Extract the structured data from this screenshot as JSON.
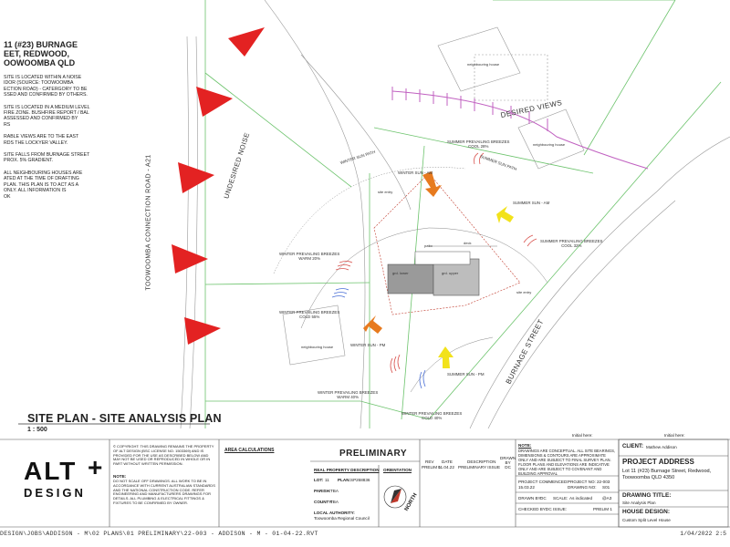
{
  "notes": {
    "address": "11 (#23) BURNAGE\nEET, REDWOOD,\nOOWOOMBA QLD",
    "paragraphs": [
      "SITE IS LOCATED WITHIN A NOISE\nIDOR (SOURCE: TOOWOOMBA\nECTION ROAD) - CATERGORY TO BE\nSSED AND CONFIRMED BY OTHERS.",
      "SITE IS LOCATED IN A MEDIUM LEVEL\nFIRE ZONE. BUSHFIRE REPORT / BAL\nASSESSED AND CONFIRMED BY\nRS",
      "RABLE VIEWS ARE TO THE EAST\nRDS THE LOCKYER VALLEY.",
      "SITE FALLS FROM BURNAGE STREET\nPROX. 5% GRADIENT.",
      "ALL NEIGHBOURING HOUSES ARE\nATED AT THE TIME OF DRAFTING\nPLAN. THIS PLAN IS TO ACT AS A\nONLY. ALL INFORMATION IS\nOK"
    ]
  },
  "plan": {
    "road_label": "TOOWOOMBA CONNECTION ROAD - A21",
    "undesired": "UNDESIRED NOISE",
    "desired": "DESIRED VIEWS",
    "street": "BURNAGE STREET",
    "neighbouring": "neighbouring house",
    "winter_sun_path": "WINTER SUN PATH",
    "summer_sun_path": "SUMMER SUN PATH",
    "winter_sun_am": "WINTER SUN - AM",
    "winter_sun_pm": "WINTER SUN - PM",
    "summer_sun_am": "SUMMER SUN - AM",
    "summer_sun_pm": "SUMMER SUN - PM",
    "summer_breeze_cool_28": "SUMMER PREVAILING BREEZES\nCOOL 28%",
    "summer_breeze_cool_32": "SUMMER PREVAILING BREEZES\nCOOL 32%",
    "winter_breeze_warm_20": "WINTER PREVAILING BREEZES\nWARM 20%",
    "winter_breeze_cold_55": "WINTER PREVAILING BREEZES\nCOLD 55%",
    "winter_breeze_warm_40": "WINTER PREVAILING BREEZES\nWARM 40%",
    "winter_breeze_cold_40": "WINTER PREVAILING BREEZES\nCOLD 40%",
    "site_entry": "site entry",
    "patio": "patio",
    "deck": "deck",
    "grd_lower": "grd. lower",
    "grd_upper": "grd. upper"
  },
  "titles": {
    "main": "SITE PLAN -  SITE ANALYSIS  PLAN",
    "scale": "1 : 500"
  },
  "titleblock": {
    "copyright": "© COPYRIGHT: THIS DRAWING REMAINS THE PROPERTY OF ALT DESIGN (BSC LICENSE NO. 1503369) AND IS PROVIDED FOR THE USE AS DESCRIBED BELOW AND MAY NOT BE USED OR REPRODUCED IN WHOLE OR IN PART WITHOUT WRITTEN PERMISSION.",
    "note_head": "NOTE:",
    "note_body": "DO NOT SCALE OFF DRAWINGS. ALL WORK TO BE IN ACCORDANCE WITH CURRENT AUSTRALIAN STANDARDS AND THE NATIONAL CONSTRUCTION CODE. REFER ENGINEERING AND MANUFACTURERS DRAWINGS FOR DETAILS. ALL PLUMBING & ELECTRICAL FITTINGS & FIXTURES TO BE CONFIRMED BY OWNER.",
    "area_calc": "AREA CALCULATIONS",
    "preliminary": "PRELIMINARY",
    "real_property": "REAL PROPERTY DESCRIPTION",
    "lot_label": "LOT:",
    "lot_value": "11",
    "plan_label": "PLAN:",
    "plan_value": "SP268836",
    "parish_label": "PARISH:",
    "parish_value": "TBA",
    "county_label": "COUNTY:",
    "county_value": "TBA",
    "local_auth": "LOCAL AUTHORITY:",
    "local_auth_value": "Toowoomba Regional Council",
    "orientation": "ORIENTATION",
    "north": "NORTH",
    "rev_head": [
      "REV",
      "DATE",
      "DESCRIPTION"
    ],
    "rev_row": [
      "PRELIM 1",
      "01.04.22",
      "PRELIMINARY ISSUE"
    ],
    "drawn_checked": "DRAWN\nBY\nDC",
    "note2_head": "NOTE:",
    "note2_body": "DRAWINGS ARE CONCEPTUAL. ALL SITE BEARINGS, DIMENSIONS & CONTOURS ARE APPROXIMATE ONLY AND ARE SUBJECT TO FINAL SURVEY PLAN. FLOOR PLANS AND ELEVATIONS ARE INDICATIVE ONLY AND ARE SUBJECT TO COVENANT AND BUILDING APPROVAL",
    "project_commenced_label": "PROJECT COMMENCED:",
    "project_commenced_value": "15.03.22",
    "project_no_label": "PROJECT NO:",
    "project_no_value": "22-003",
    "drawing_no_label": "DRAWING NO:",
    "drawing_no_value": "S01",
    "drawn_by_label": "DRAWN BY:",
    "drawn_by_value": "DC",
    "scale_label": "SCALE:",
    "scale_value": "As indicated",
    "sheet_value": "@A3",
    "checked_by_label": "CHECKED BY:",
    "checked_by_value": "DC",
    "issue_label": "ISSUE:",
    "issue_value": "PRELIM 1",
    "initial_here_1": "Initial here:",
    "initial_here_2": "Initial here:",
    "client_label": "CLIENT:",
    "client_value": "Mathew Addison",
    "project_address_label": "PROJECT ADDRESS",
    "project_address_value": "Lot 11 (#23) Burnage Street, Redwood,\nToowoomba QLD 4350",
    "drawing_title_label": "DRAWING TITLE:",
    "drawing_title_value": "Site Analysis Plan",
    "house_design_label": "HOUSE DESIGN:",
    "house_design_value": "Custom Split Level House"
  },
  "logo": {
    "brand": "ALT",
    "word": "DESIGN"
  },
  "footer": {
    "path": "DESIGN\\JOBS\\ADDISON - M\\02 PLANS\\01 PRELIMINARY\\22-003 - ADDISON - M - 01-04-22.RVT",
    "date": "1/04/2022 2:5"
  },
  "colors": {
    "green_line": "#6cc36c",
    "red_triangle": "#e32222",
    "orange_arrow": "#e77a1e",
    "yellow_arrow": "#f2e21b",
    "view_arc": "#c060c0",
    "breeze_red": "#d9534f",
    "breeze_blue": "#4a6fd6"
  }
}
